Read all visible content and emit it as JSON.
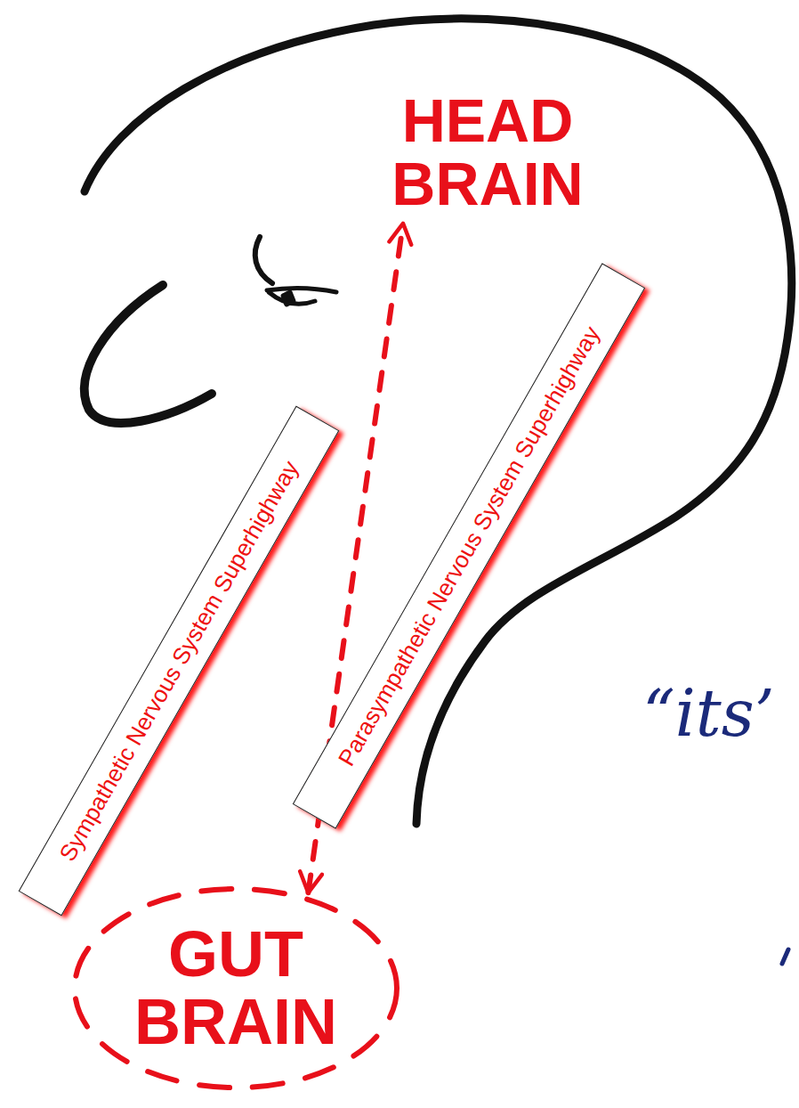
{
  "diagram": {
    "nodes": [
      {
        "text": [
          "HEAD BRAIN"
        ]
      },
      {
        "text": [
          "Sympathetic Nervous System Superhighway"
        ]
      },
      {
        "text": [
          "Parasympathetic Nervous System Superhighway"
        ]
      },
      {
        "text": [
          "GUT BRAIN"
        ]
      }
    ],
    "edges": [
      {
        "from": 3,
        "to": 0,
        "arrow": "both"
      }
    ],
    "labels": [
      "“its’"
    ]
  }
}
